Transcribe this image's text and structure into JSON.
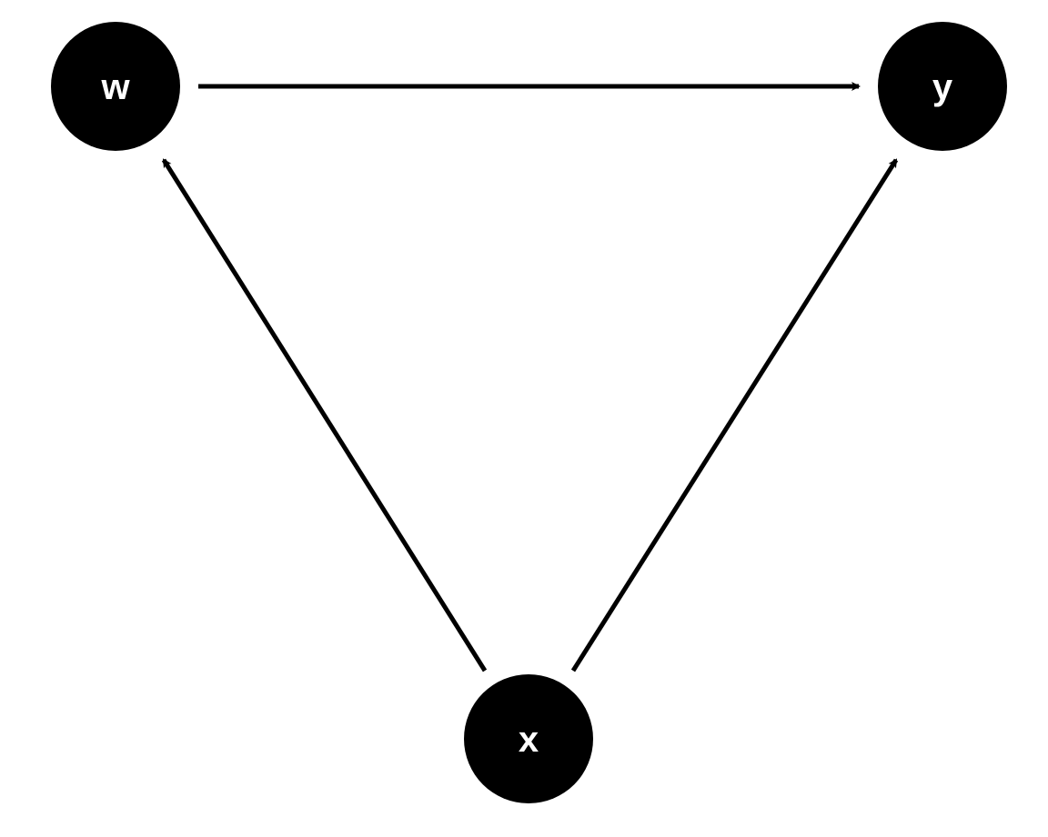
{
  "diagram": {
    "type": "directed-graph",
    "node_color": "#000000",
    "label_color": "#ffffff",
    "edge_color": "#000000",
    "nodes": [
      {
        "id": "w",
        "label": "w"
      },
      {
        "id": "y",
        "label": "y"
      },
      {
        "id": "x",
        "label": "x"
      }
    ],
    "edges": [
      {
        "from": "w",
        "to": "y"
      },
      {
        "from": "x",
        "to": "w"
      },
      {
        "from": "x",
        "to": "y"
      }
    ]
  }
}
